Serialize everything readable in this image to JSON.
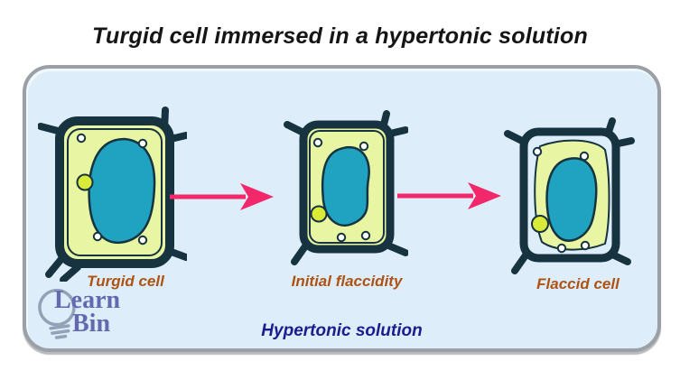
{
  "title": "Turgid cell immersed in a hypertonic solution",
  "diagram": {
    "solution_label": "Hypertonic solution",
    "stages": [
      {
        "label": "Turgid cell"
      },
      {
        "label": "Initial flaccidity"
      },
      {
        "label": "Flaccid cell"
      }
    ],
    "cell_parts": [
      "cell wall",
      "plasma membrane",
      "cytoplasm",
      "vacuole",
      "chloroplast"
    ]
  },
  "logo": {
    "top": "Learn",
    "bottom": "Bin"
  },
  "icons": {
    "logo": "lightbulb-icon",
    "flow": "arrow-right-icon"
  },
  "colors": {
    "page_bg": "#ffffff",
    "title_text": "#151515",
    "container_bg": "#ddeefa",
    "container_border": "#9aa0a6",
    "wall": "#16333f",
    "cytoplasm": "#e8f6a3",
    "vacuole": "#20a3c1",
    "chloroplast": "#d9ea39",
    "arrow": "#f2286b",
    "stage_label": "#ae5314",
    "solution_text": "#1c1c8f",
    "logo_text": "#6468ae",
    "logo_bulb": "#93a2b6"
  }
}
